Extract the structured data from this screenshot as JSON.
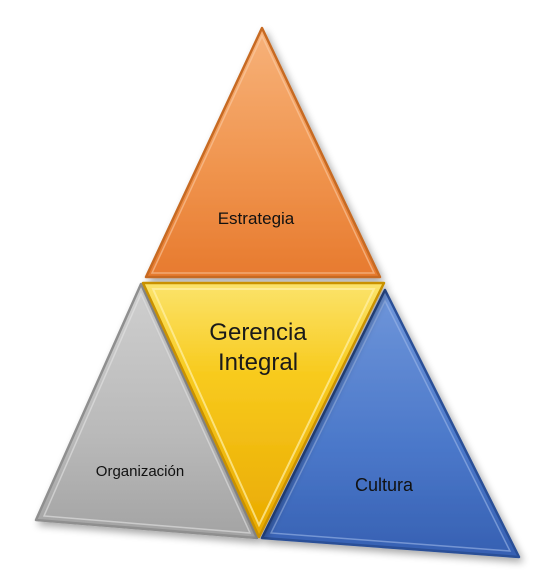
{
  "triangles": {
    "top": {
      "label": "Estrategia",
      "color": "#F0954F"
    },
    "left": {
      "label": "Organización",
      "color": "#B8B8B8"
    },
    "center": {
      "line1": "Gerencia",
      "line2": "Integral",
      "color": "#F8C515"
    },
    "right": {
      "label": "Cultura",
      "color": "#4A77C9"
    }
  }
}
